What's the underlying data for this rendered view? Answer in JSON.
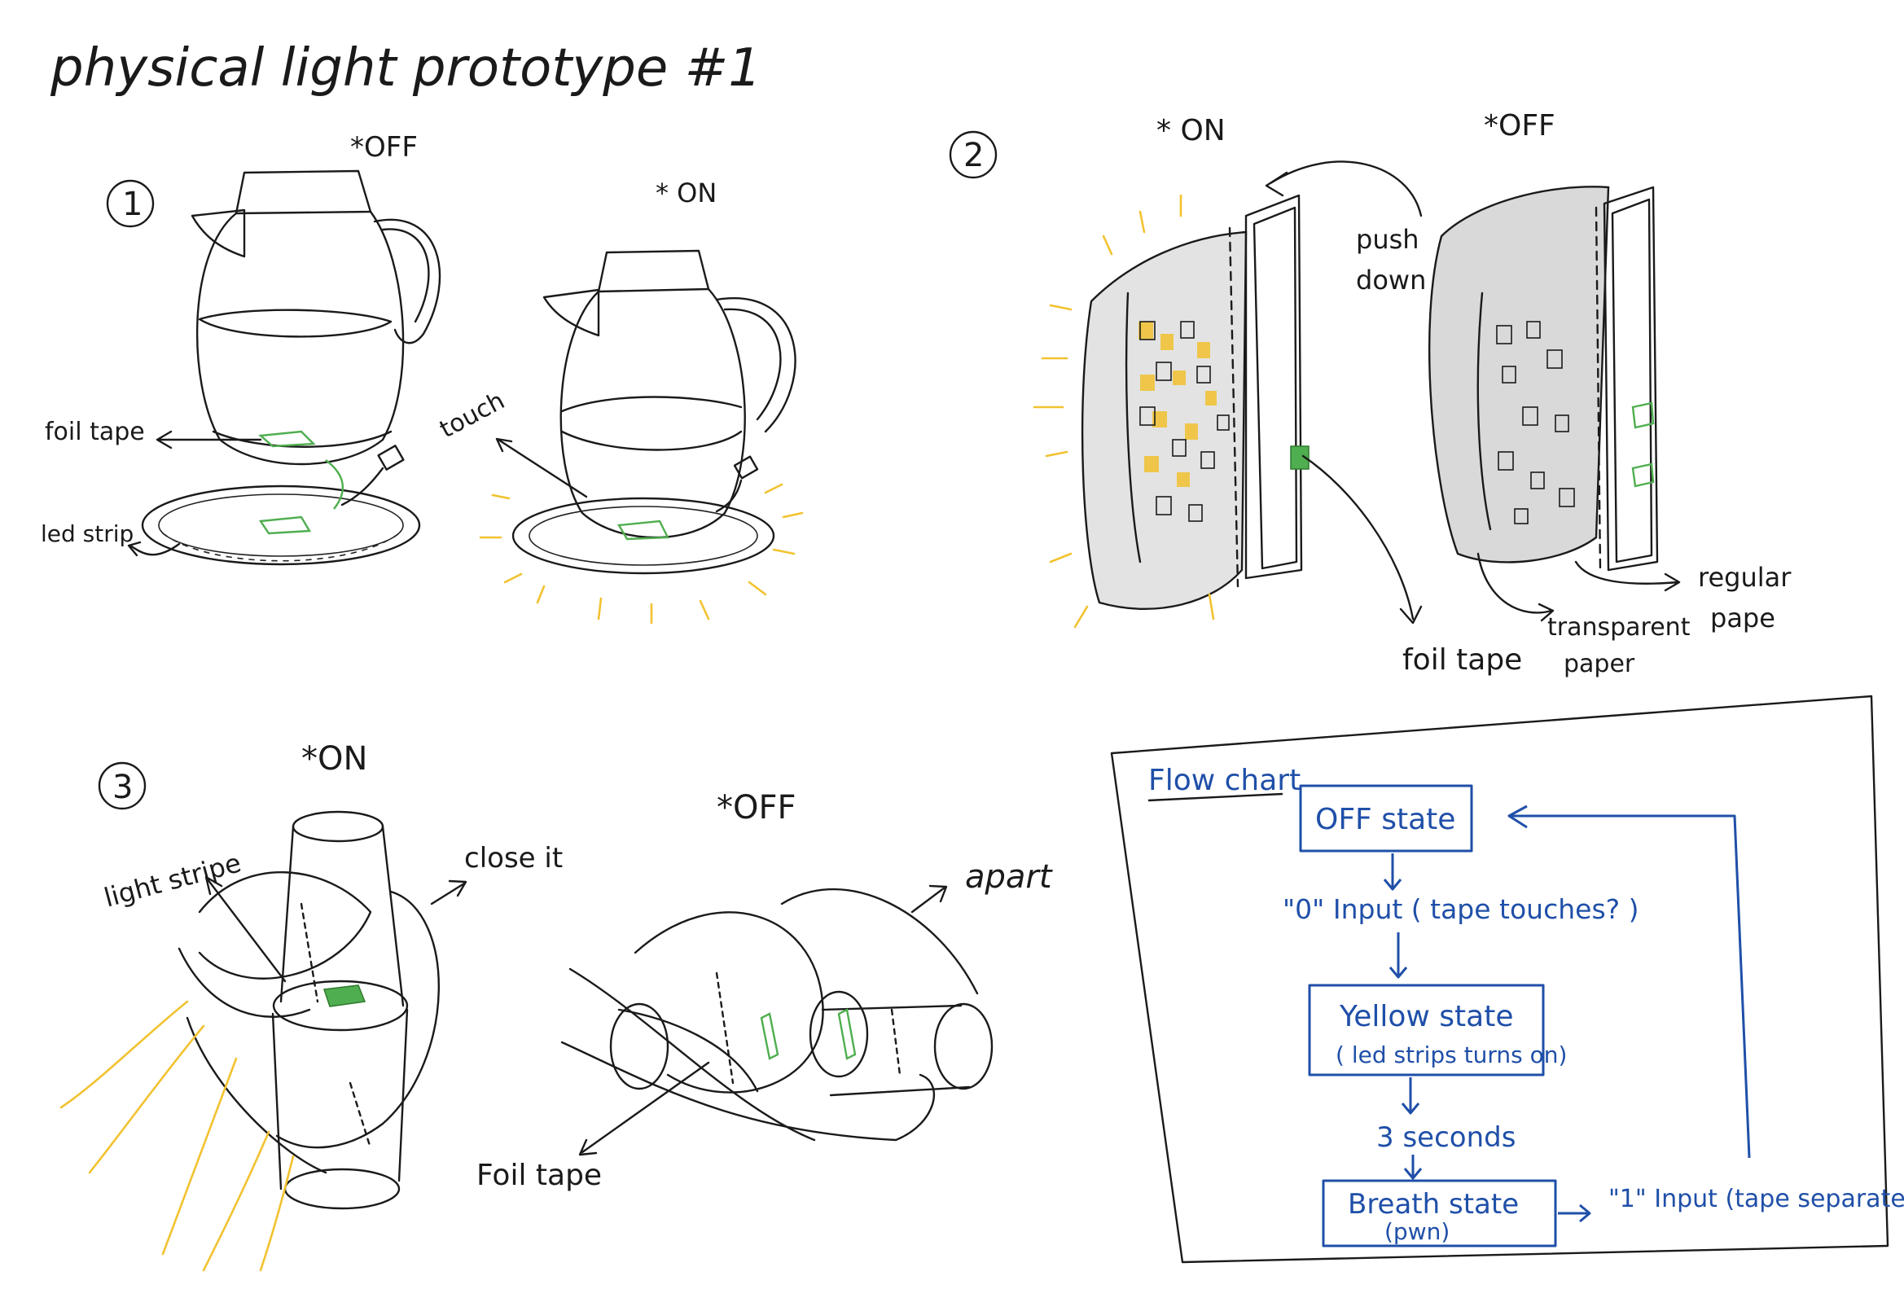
{
  "title": "physical light prototype #1",
  "section1": {
    "number": "1",
    "off_label": "*OFF",
    "on_label": "* ON",
    "foil_tape": "foil tape",
    "led_strip": "led strip",
    "touch": "touch"
  },
  "section2": {
    "number": "2",
    "on_label": "* ON",
    "off_label": "*OFF",
    "push_down": [
      "push",
      "down"
    ],
    "foil_tape": "foil tape",
    "transparent_paper": [
      "transparent",
      "paper"
    ],
    "regular_paper": [
      "regular",
      "pape"
    ]
  },
  "section3": {
    "number": "3",
    "on_label": "*ON",
    "off_label": "*OFF",
    "light_stripe": "light stripe",
    "close_it": "close it",
    "apart": "apart",
    "foil_tape": "Foil tape"
  },
  "flowchart": {
    "title": "Flow chart",
    "off_state": "OFF state",
    "input0": "\"0\" Input ( tape touches? )",
    "yellow_state": "Yellow state",
    "yellow_sub": "( led strips turns on)",
    "three_seconds": "3 seconds",
    "breath_state": "Breath state",
    "breath_sub": "(pwn)",
    "input1": "\"1\" Input (tape separate)"
  },
  "colors": {
    "ink": "#1a1a1a",
    "flowchart_blue": "#1f4fa8",
    "light_yellow": "#f2c230",
    "foil_green": "#4fae4f",
    "shade_gray": "#d9d9d9"
  }
}
